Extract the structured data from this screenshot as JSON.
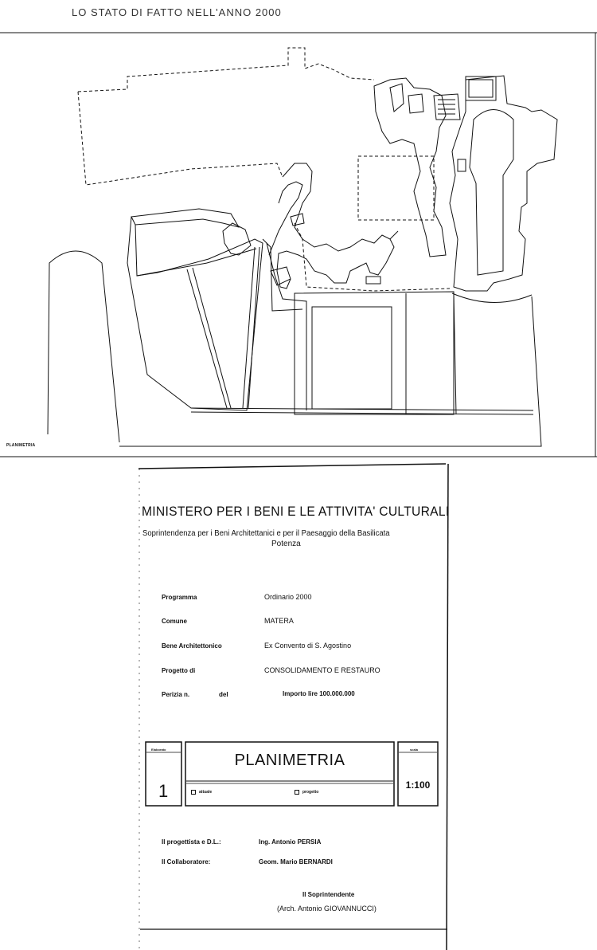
{
  "sheet_title": "LO STATO DI FATTO NELL'ANNO 2000",
  "plan_label": "PLANIMETRIA",
  "ministry": "MINISTERO PER I BENI E LE ATTIVITA' CULTURALI",
  "office_line1": "Soprintendenza per i Beni Architettanici e per il Paesaggio della Basilicata",
  "office_line2": "Potenza",
  "fields": {
    "programma_label": "Programma",
    "programma_value": "Ordinario 2000",
    "comune_label": "Comune",
    "comune_value": "MATERA",
    "bene_label": "Bene Architettonico",
    "bene_value": "Ex Convento di S. Agostino",
    "progetto_label": "Progetto di",
    "progetto_value": "CONSOLIDAMENTO E RESTAURO",
    "perizia_label": "Perizia n.",
    "del_label": "del",
    "importo": "Importo lire 100.000.000"
  },
  "titleblock": {
    "elaborato_label": "Elaborato",
    "elaborato_number": "1",
    "drawing_title": "PLANIMETRIA",
    "stato_option": "attuale",
    "progetto_option": "progetto",
    "scala_label": "scala",
    "scale_value": "1:100"
  },
  "credits": {
    "progettista_label": "Il progettista e D.L.:",
    "progettista_name": "Ing. Antonio PERSIA",
    "collaboratore_label": "Il Collaboratore:",
    "collaboratore_name": "Geom. Mario BERNARDI",
    "soprintendente_label": "Il Soprintendente",
    "soprintendente_name": "(Arch. Antonio GIOVANNUCCI)"
  }
}
